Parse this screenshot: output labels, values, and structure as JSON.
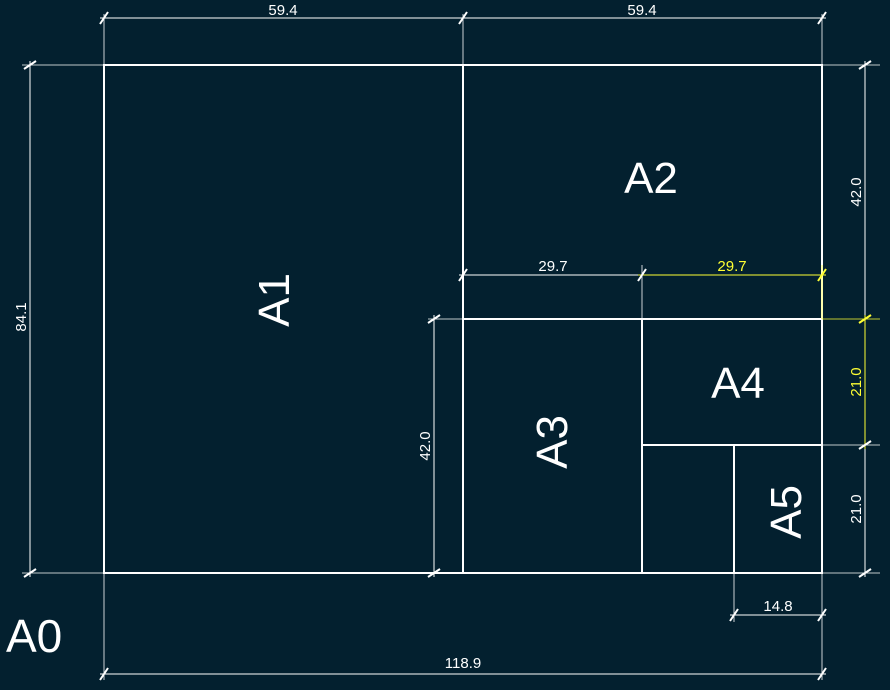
{
  "title": "A0",
  "colors": {
    "background": "#03202f",
    "line": "#ffffff",
    "dimension": "#ffffff",
    "highlight": "#ffff33"
  },
  "sheets": {
    "a1": "A1",
    "a2": "A2",
    "a3": "A3",
    "a4": "A4",
    "a5": "A5"
  },
  "dimensions": {
    "top_left_width": "59.4",
    "top_right_width": "59.4",
    "a0_height": "84.1",
    "a2_height": "42.0",
    "a3_width": "29.7",
    "a4_width": "29.7",
    "a3_height": "42.0",
    "a4_height": "21.0",
    "a5_height": "21.0",
    "a5_width": "14.8",
    "a0_width": "118.9"
  }
}
